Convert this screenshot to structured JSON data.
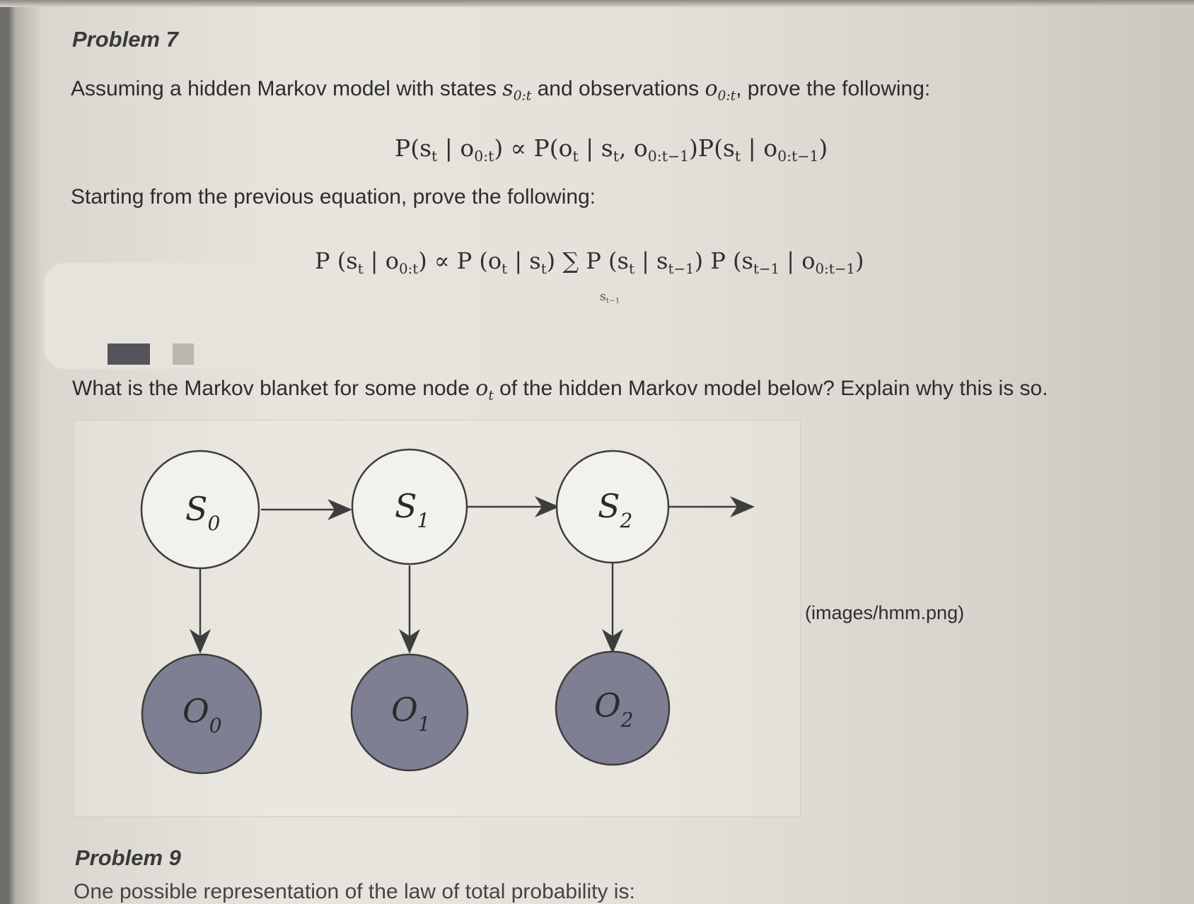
{
  "problem7": {
    "heading": "Problem 7",
    "intro_part1": "Assuming a hidden Markov model with states ",
    "intro_states": "s",
    "intro_states_sub": "0:t",
    "intro_part2": " and observations ",
    "intro_obs": "o",
    "intro_obs_sub": "0:t",
    "intro_part3": ", prove the following:",
    "eq1": {
      "lhs": "P(s",
      "lhs_sub": "t",
      "lhs_mid": " | o",
      "lhs_mid_sub": "0:t",
      "lhs_end": ") ∝ P(o",
      "a_sub": "t",
      "a_mid": " | s",
      "a_mid_sub": "t",
      "a_mid2": ", o",
      "a_mid2_sub": "0:t−1",
      "a_end": ")P(s",
      "b_sub": "t",
      "b_mid": " | o",
      "b_mid_sub": "0:t−1",
      "b_end": ")"
    },
    "starting_text": "Starting from the previous equation, prove the following:",
    "eq2": {
      "p1": "P (s",
      "p1_sub": "t",
      "p2": " | o",
      "p2_sub": "0:t",
      "p3": ") ∝ P (o",
      "p3_sub": "t",
      "p4": " | s",
      "p4_sub": "t",
      "p5": ") ∑ P (s",
      "p5_sub": "t",
      "p6": " | s",
      "p6_sub": "t−1",
      "p7": ") P (s",
      "p7_sub": "t−1",
      "p8": " | o",
      "p8_sub": "0:t−1",
      "p9": ")",
      "sum_index": "s",
      "sum_index_sub": "t−1"
    }
  },
  "markov_question": {
    "part1": "What is the Markov blanket for some node ",
    "var": "o",
    "var_sub": "t",
    "part2": " of the hidden Markov model below? Explain why this is so."
  },
  "diagram": {
    "states": [
      {
        "label": "S",
        "sub": "0"
      },
      {
        "label": "S",
        "sub": "1"
      },
      {
        "label": "S",
        "sub": "2"
      }
    ],
    "observations": [
      {
        "label": "O",
        "sub": "0"
      },
      {
        "label": "O",
        "sub": "1"
      },
      {
        "label": "O",
        "sub": "2"
      }
    ],
    "caption": "(images/hmm.png)",
    "colors": {
      "state_fill": "#f2f1ee",
      "obs_fill": "#7f7f93",
      "stroke": "#3d3d3d"
    }
  },
  "problem9": {
    "heading": "Problem 9",
    "text": "One possible representation of the law of total probability is:"
  }
}
